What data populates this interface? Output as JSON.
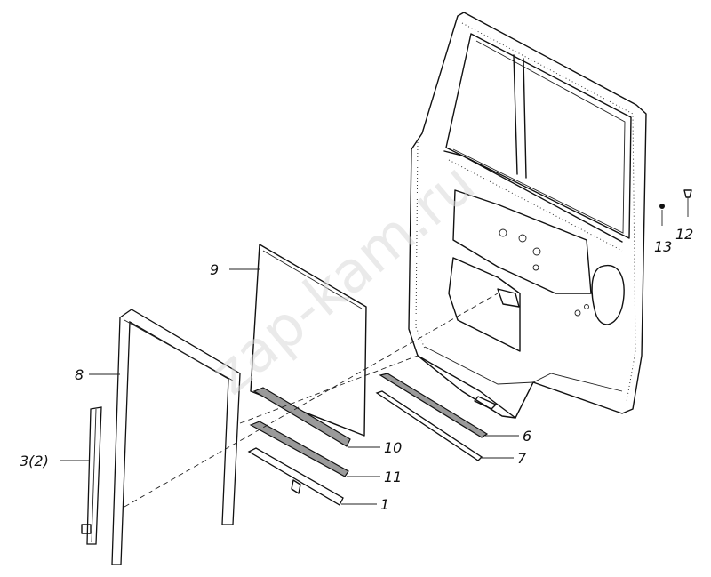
{
  "watermark": "zap-kam.ru",
  "labels": {
    "p1": "1",
    "p3": "3(2)",
    "p6": "6",
    "p7": "7",
    "p8": "8",
    "p9": "9",
    "p10": "10",
    "p11": "11",
    "p12": "12",
    "p13": "13"
  }
}
